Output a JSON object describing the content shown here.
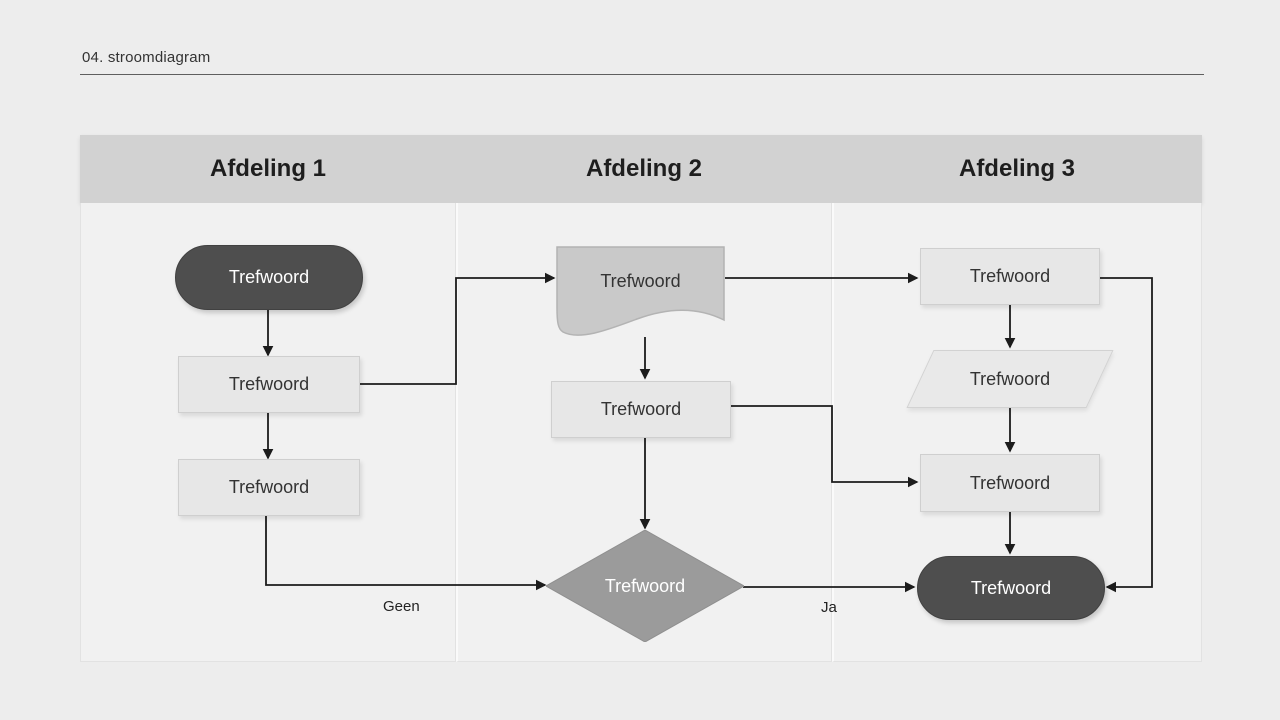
{
  "header": {
    "title": "04. stroomdiagram"
  },
  "lanes": [
    {
      "label": "Afdeling 1"
    },
    {
      "label": "Afdeling 2"
    },
    {
      "label": "Afdeling 3"
    }
  ],
  "nodes": {
    "lane1_start": {
      "label": "Trefwoord",
      "shape": "terminator"
    },
    "lane1_process1": {
      "label": "Trefwoord",
      "shape": "process"
    },
    "lane1_process2": {
      "label": "Trefwoord",
      "shape": "process"
    },
    "lane2_document": {
      "label": "Trefwoord",
      "shape": "document"
    },
    "lane2_process": {
      "label": "Trefwoord",
      "shape": "process"
    },
    "lane2_decision": {
      "label": "Trefwoord",
      "shape": "decision"
    },
    "lane3_process1": {
      "label": "Trefwoord",
      "shape": "process"
    },
    "lane3_data": {
      "label": "Trefwoord",
      "shape": "data"
    },
    "lane3_process2": {
      "label": "Trefwoord",
      "shape": "process"
    },
    "lane3_end": {
      "label": "Trefwoord",
      "shape": "terminator"
    }
  },
  "edge_labels": {
    "no": "Geen",
    "yes": "Ja"
  },
  "edges": [
    {
      "from": "lane1_start",
      "to": "lane1_process1"
    },
    {
      "from": "lane1_process1",
      "to": "lane1_process2"
    },
    {
      "from": "lane1_process1",
      "to": "lane2_document"
    },
    {
      "from": "lane1_process2",
      "to": "lane2_decision",
      "label": "Geen"
    },
    {
      "from": "lane2_document",
      "to": "lane2_process"
    },
    {
      "from": "lane2_document",
      "to": "lane3_process1"
    },
    {
      "from": "lane2_process",
      "to": "lane2_decision"
    },
    {
      "from": "lane2_process",
      "to": "lane3_process2"
    },
    {
      "from": "lane2_decision",
      "to": "lane3_end",
      "label": "Ja"
    },
    {
      "from": "lane3_process1",
      "to": "lane3_data"
    },
    {
      "from": "lane3_process1",
      "to": "lane3_end"
    },
    {
      "from": "lane3_data",
      "to": "lane3_process2"
    },
    {
      "from": "lane3_process2",
      "to": "lane3_end"
    }
  ],
  "colors": {
    "page_background": "#ededed",
    "lane_header_band": "#d2d2d2",
    "lane_body": "#f1f1f1",
    "terminator_fill": "#4e4e4e",
    "decision_fill": "#9b9b9b",
    "document_fill": "#c9c9c9",
    "process_fill": "#e7e7e7",
    "connector_stroke": "#1c1c1c"
  }
}
